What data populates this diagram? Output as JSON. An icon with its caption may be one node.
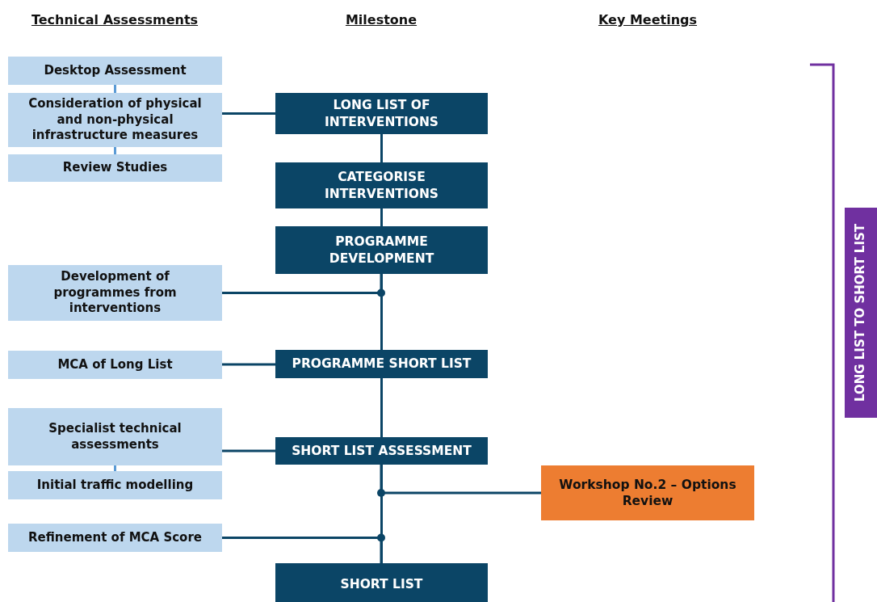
{
  "diagram": {
    "nodes": [
      {
        "text": [
          "Desktop Assessment"
        ]
      },
      {
        "text": [
          "Consideration of physical and non-physical infrastructure measures"
        ]
      },
      {
        "text": [
          "Review Studies"
        ]
      },
      {
        "text": [
          "Development of programmes from interventions"
        ]
      },
      {
        "text": [
          "MCA of Long List"
        ]
      },
      {
        "text": [
          "Specialist technical assessments"
        ]
      },
      {
        "text": [
          "Initial traffic modelling"
        ]
      },
      {
        "text": [
          "Refinement of MCA Score"
        ]
      },
      {
        "text": [
          "LONG LIST OF INTERVENTIONS"
        ]
      },
      {
        "text": [
          "CATEGORISE INTERVENTIONS"
        ]
      },
      {
        "text": [
          "PROGRAMME DEVELOPMENT"
        ]
      },
      {
        "text": [
          "PROGRAMME SHORT LIST"
        ]
      },
      {
        "text": [
          "SHORT LIST ASSESSMENT"
        ]
      },
      {
        "text": [
          "SHORT LIST"
        ]
      },
      {
        "text": [
          "Workshop No.2 – Options Review"
        ]
      },
      {
        "text": [
          "LONG LIST TO SHORT LIST"
        ]
      }
    ],
    "edges": [
      {
        "from": 0,
        "to": 1,
        "arrow": "none",
        "color": "#5b9bd5"
      },
      {
        "from": 1,
        "to": 2,
        "arrow": "none",
        "color": "#5b9bd5"
      },
      {
        "from": 1,
        "to": 8,
        "arrow": "none"
      },
      {
        "from": 8,
        "to": 9,
        "arrow": "none"
      },
      {
        "from": 9,
        "to": 10,
        "arrow": "none"
      },
      {
        "from": 3,
        "to": 10,
        "arrow": "none"
      },
      {
        "from": 10,
        "to": 11,
        "arrow": "none"
      },
      {
        "from": 4,
        "to": 11,
        "arrow": "none"
      },
      {
        "from": 11,
        "to": 12,
        "arrow": "none"
      },
      {
        "from": 5,
        "to": 6,
        "arrow": "none",
        "color": "#5b9bd5"
      },
      {
        "from": 5,
        "to": 12,
        "arrow": "none"
      },
      {
        "from": 14,
        "to": 12,
        "arrow": "none"
      },
      {
        "from": 12,
        "to": 13,
        "arrow": "none"
      },
      {
        "from": 7,
        "to": 13,
        "arrow": "none"
      }
    ],
    "labels": [
      "Technical Assessments",
      "Milestone",
      "Key Meetings"
    ]
  }
}
